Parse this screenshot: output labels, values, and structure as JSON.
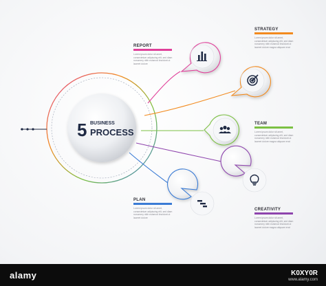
{
  "center": {
    "number": "5",
    "line1": "BUSINESS",
    "line2": "PROCESS"
  },
  "steps": [
    {
      "title": "REPORT",
      "color": "#e0409a",
      "icon": "bar-chart-icon",
      "body": "Lorem ipsum dolor sit amet, consectetuer adipiscing elit, sed diam nonummy nibh euismod tincidunt ut laoreet dolore"
    },
    {
      "title": "STRATEGY",
      "color": "#f28a1e",
      "icon": "target-icon",
      "body": "Lorem ipsum dolor sit amet, consectetuer adipiscing elit, sed diam nonummy nibh euismod tincidunt ut laoreet dolore magna aliquam erat"
    },
    {
      "title": "TEAM",
      "color": "#7bc043",
      "icon": "team-icon",
      "body": "Lorem ipsum dolor sit amet, consectetuer adipiscing elit, sed diam nonummy nibh euismod tincidunt ut laoreet dolore magna aliquam erat"
    },
    {
      "title": "PLAN",
      "color": "#3a7bd5",
      "icon": "gantt-icon",
      "body": "Lorem ipsum dolor sit amet, consectetuer adipiscing elit, sed diam nonummy nibh euismod tincidunt ut laoreet dolore"
    },
    {
      "title": "CREATIVITY",
      "color": "#8e44ad",
      "icon": "lightbulb-icon",
      "body": "Lorem ipsum dolor sit amet, consectetuer adipiscing elit, sed diam nonummy nibh euismod tincidunt ut laoreet dolore magna aliquam erat"
    }
  ],
  "footer": {
    "brand": "alamy",
    "image_id": "K0XY0R",
    "url": "www.alamy.com"
  }
}
